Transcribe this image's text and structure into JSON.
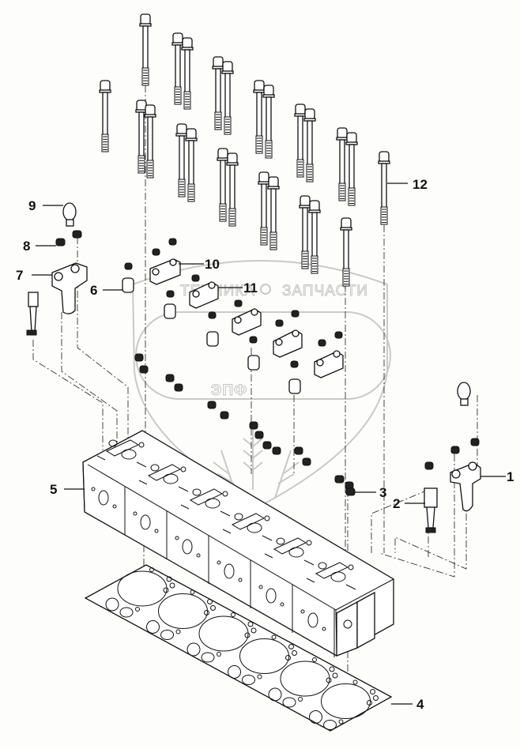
{
  "diagram": {
    "type": "exploded-parts-diagram",
    "subject": "engine cylinder head assembly",
    "watermark": {
      "logo_letters": "ЭПФ",
      "text_left": "ТЕХНИКА",
      "text_right": "ЗАПЧАСТИ"
    },
    "callouts": [
      {
        "id": "1",
        "label": "1",
        "part": "rocker support bracket (right)"
      },
      {
        "id": "2",
        "label": "2",
        "part": "support bracket"
      },
      {
        "id": "3",
        "label": "3",
        "part": "nut"
      },
      {
        "id": "4",
        "label": "4",
        "part": "cylinder head gasket"
      },
      {
        "id": "5",
        "label": "5",
        "part": "cylinder head"
      },
      {
        "id": "6",
        "label": "6",
        "part": "spacer sleeve"
      },
      {
        "id": "7",
        "label": "7",
        "part": "rocker support bracket (left)"
      },
      {
        "id": "8",
        "label": "8",
        "part": "nut"
      },
      {
        "id": "9",
        "label": "9",
        "part": "lifting eye bolt"
      },
      {
        "id": "10",
        "label": "10",
        "part": "bridge bracket"
      },
      {
        "id": "11",
        "label": "11",
        "part": "bridge bracket"
      },
      {
        "id": "12",
        "label": "12",
        "part": "cylinder head bolt"
      }
    ]
  }
}
